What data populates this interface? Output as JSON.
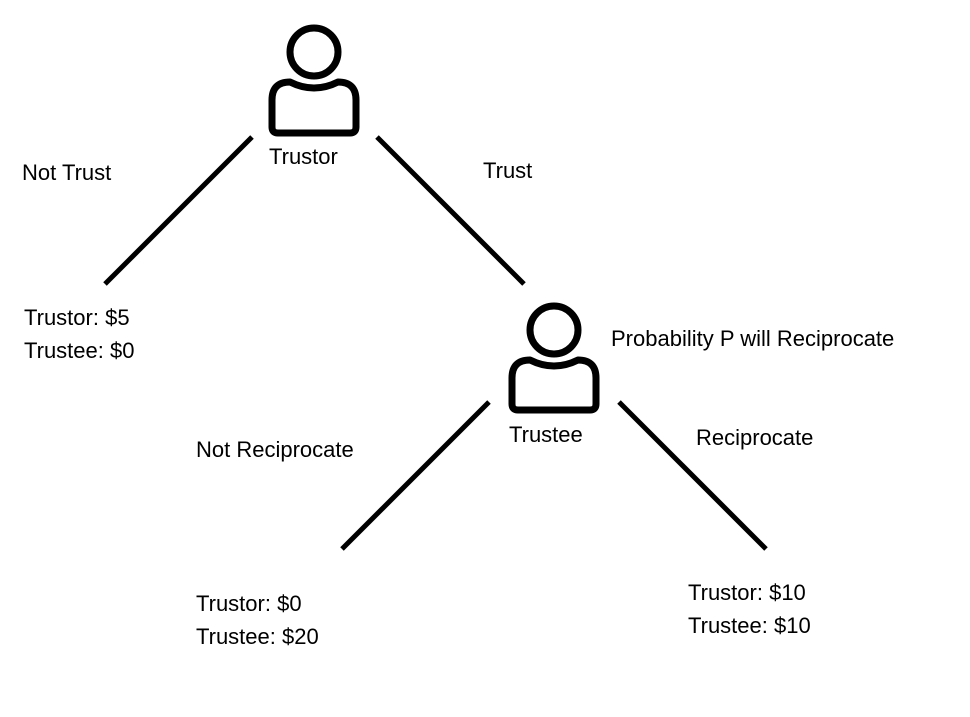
{
  "nodes": {
    "trustor": {
      "label": "Trustor",
      "icon": "person-icon"
    },
    "trustee": {
      "label": "Trustee",
      "icon": "person-icon"
    }
  },
  "branches": {
    "not_trust": "Not Trust",
    "trust": "Trust",
    "not_reciprocate": "Not Reciprocate",
    "reciprocate": "Reciprocate"
  },
  "probability_note": "Probability P will Reciprocate",
  "outcomes": {
    "not_trust": {
      "trustor": "Trustor: $5",
      "trustee": "Trustee: $0"
    },
    "not_reciprocate": {
      "trustor": "Trustor: $0",
      "trustee": "Trustee: $20"
    },
    "reciprocate": {
      "trustor": "Trustor: $10",
      "trustee": "Trustee: $10"
    }
  },
  "colors": {
    "stroke": "#000000",
    "background": "#ffffff"
  }
}
